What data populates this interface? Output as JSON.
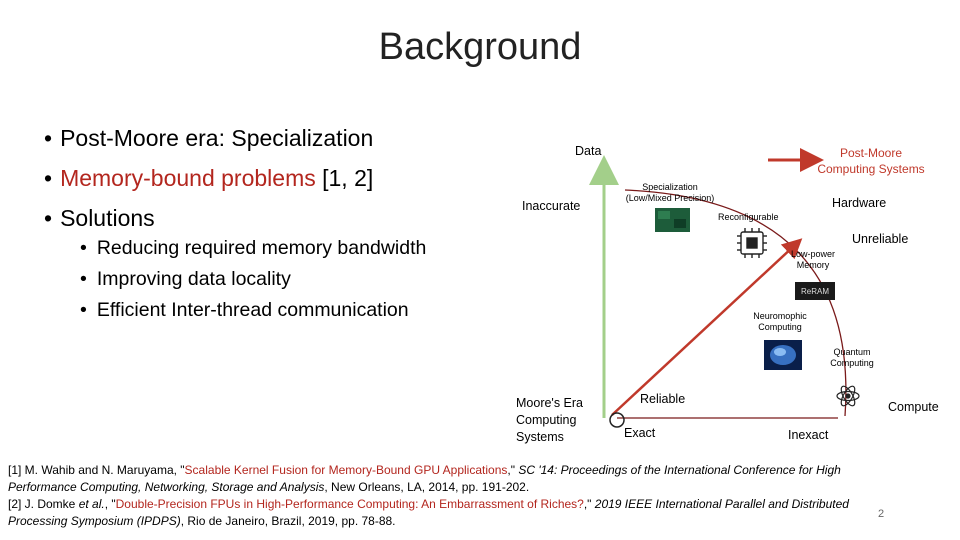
{
  "slide": {
    "title": "Background",
    "page_number": "2"
  },
  "bullets": {
    "b1": "Post-Moore era: Specialization",
    "b2_red": "Memory-bound problems",
    "b2_rest": " [1, 2]",
    "b3": "Solutions"
  },
  "sub_bullets": {
    "s1": "Reducing required memory bandwidth",
    "s2": "Improving data locality",
    "s3": "Efficient Inter-thread communication"
  },
  "diagram": {
    "axis_y": "Data",
    "axis_x": "Compute",
    "inaccurate": "Inaccurate",
    "reliable": "Reliable",
    "exact": "Exact",
    "inexact": "Inexact",
    "moores_era": [
      "Moore's Era",
      "Computing",
      "Systems"
    ],
    "post_moore": [
      "Post-Moore",
      "Computing Systems"
    ],
    "hardware": "Hardware",
    "unreliable": "Unreliable",
    "specialization": [
      "Specialization",
      "(Low/Mixed Precision)"
    ],
    "reconfigurable": "Reconfigurable",
    "low_power": [
      "Low-power",
      "Memory"
    ],
    "reram": "ReRAM",
    "neuromorphic": [
      "Neuromophic",
      "Computing"
    ],
    "quantum": [
      "Quantum",
      "Computing"
    ],
    "colors": {
      "axis_green": "#a3cf8a",
      "arrow_red": "#c0392b",
      "curve_dark_red": "#7a1a1a"
    }
  },
  "references": {
    "r1_a": "[1] M. Wahib and N. Maruyama, \"",
    "r1_title": "Scalable Kernel Fusion for Memory-Bound GPU Applications",
    "r1_b": ",\" ",
    "r1_venue": "SC '14: Proceedings of the International Conference for High Performance Computing, Networking, Storage and Analysis",
    "r1_c": ", New Orleans, LA, 2014, pp. 191-202.",
    "r2_a": "[2] J. Domke ",
    "r2_etal": "et al.",
    "r2_b": ", \"",
    "r2_title": "Double-Precision FPUs in High-Performance Computing: An Embarrassment of Riches?",
    "r2_c": ",\" ",
    "r2_venue": "2019 IEEE International Parallel and Distributed Processing Symposium (IPDPS)",
    "r2_d": ", Rio de Janeiro, Brazil, 2019, pp. 78-88."
  }
}
